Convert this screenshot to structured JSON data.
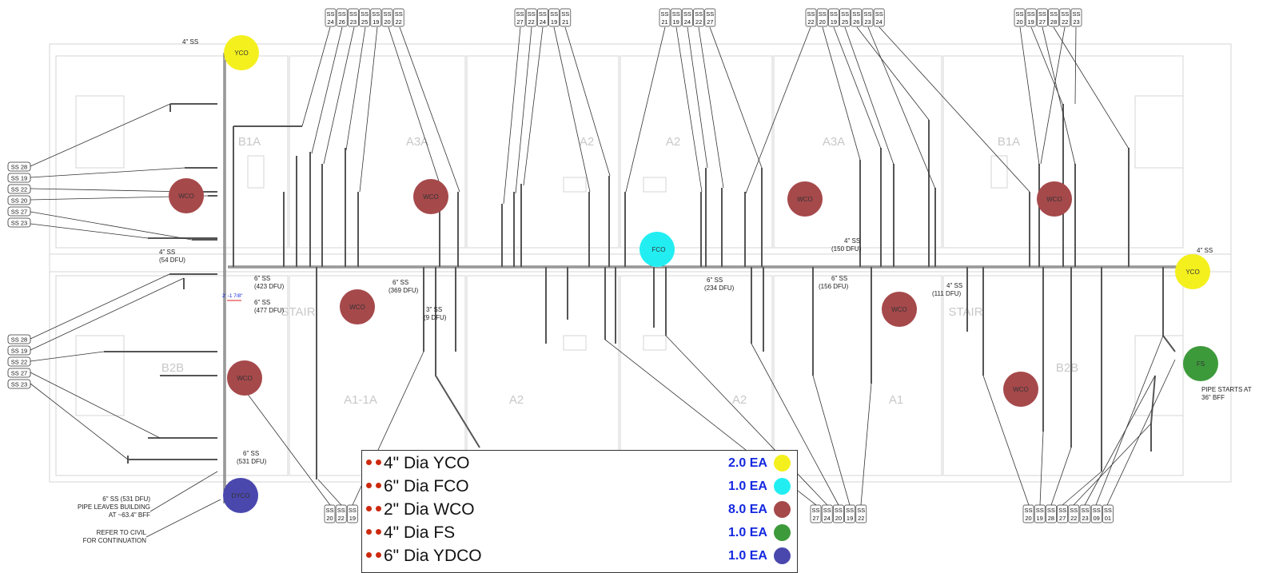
{
  "drawing": {
    "room_labels": [
      "B1A",
      "A3A",
      "A2",
      "A2",
      "A3A",
      "B1A",
      "B2B",
      "B2B",
      "STAIR",
      "STAIR",
      "A1-1A",
      "A2",
      "A2",
      "A1"
    ],
    "ss_groups_top": [
      [
        "24",
        "26",
        "23",
        "25",
        "19",
        "20",
        "22"
      ],
      [
        "27",
        "22",
        "24",
        "19",
        "21"
      ],
      [
        "21",
        "19",
        "24",
        "22",
        "27"
      ],
      [
        "22",
        "20",
        "19",
        "25",
        "26",
        "23",
        "24"
      ],
      [
        "20",
        "19",
        "27",
        "28",
        "22",
        "23"
      ]
    ],
    "ss_groups_bottom": [
      [
        "20",
        "22",
        "19"
      ],
      [
        "27",
        "24",
        "20",
        "19",
        "22"
      ],
      [
        "20",
        "19",
        "28",
        "27",
        "22",
        "23",
        "09",
        "01"
      ]
    ],
    "ss_prefix": "SS",
    "side_tags_upper": [
      "SS 28",
      "SS 19",
      "SS 22",
      "SS 20",
      "SS 27",
      "SS 23"
    ],
    "side_tags_lower": [
      "SS 28",
      "SS 19",
      "SS 22",
      "SS 27",
      "SS 23"
    ],
    "circles": {
      "yco": "YCO",
      "fco": "FCO",
      "wco": "WCO",
      "fs": "FS",
      "dyco": "DYCO"
    },
    "annotations": {
      "top_4ss": "4\" SS",
      "a_4ss": "4\" SS",
      "a_54dfu": "(54 DFU)",
      "b_6ss": "6\" SS",
      "b_423": "(423 DFU)",
      "c_6ss": "6\" SS",
      "c_477": "(477 DFU)",
      "d_6ss": "6\" SS",
      "d_369": "(369 DFU)",
      "e_3ss": "3\" SS",
      "e_9": "(9 DFU)",
      "f_6ss": "6\" SS",
      "f_234": "(234 DFU)",
      "g_4ss": "4\" SS",
      "g_150": "(150 DFU)",
      "h_6ss": "6\" SS",
      "h_156": "(156 DFU)",
      "i_4ss": "4\" SS",
      "i_111": "(111 DFU)",
      "j_4ss": "4\" SS",
      "k_6ss": "6\" SS",
      "k_531": "(531 DFU)",
      "slope": "2' -1 7/8\"",
      "pipe_leaves_1": "6\" SS (531 DFU)",
      "pipe_leaves_2": "PIPE LEAVES BUILDING",
      "pipe_leaves_3": "AT ~63.4\" BFF",
      "refer_1": "REFER TO CIVIL",
      "refer_2": "FOR CONTINUATION",
      "pipe_starts_1": "PIPE STARTS AT",
      "pipe_starts_2": "36\" BFF"
    }
  },
  "legend": {
    "items": [
      {
        "label": "4\" Dia YCO",
        "qty": "2.0 EA",
        "color": "#f4f01e"
      },
      {
        "label": "6\" Dia FCO",
        "qty": "1.0 EA",
        "color": "#22eef2"
      },
      {
        "label": "2\" Dia WCO",
        "qty": "8.0 EA",
        "color": "#a6494b"
      },
      {
        "label": "4\" Dia FS",
        "qty": "1.0 EA",
        "color": "#3d9a3b"
      },
      {
        "label": "6\" Dia YDCO",
        "qty": "1.0 EA",
        "color": "#4a48ad"
      }
    ]
  }
}
